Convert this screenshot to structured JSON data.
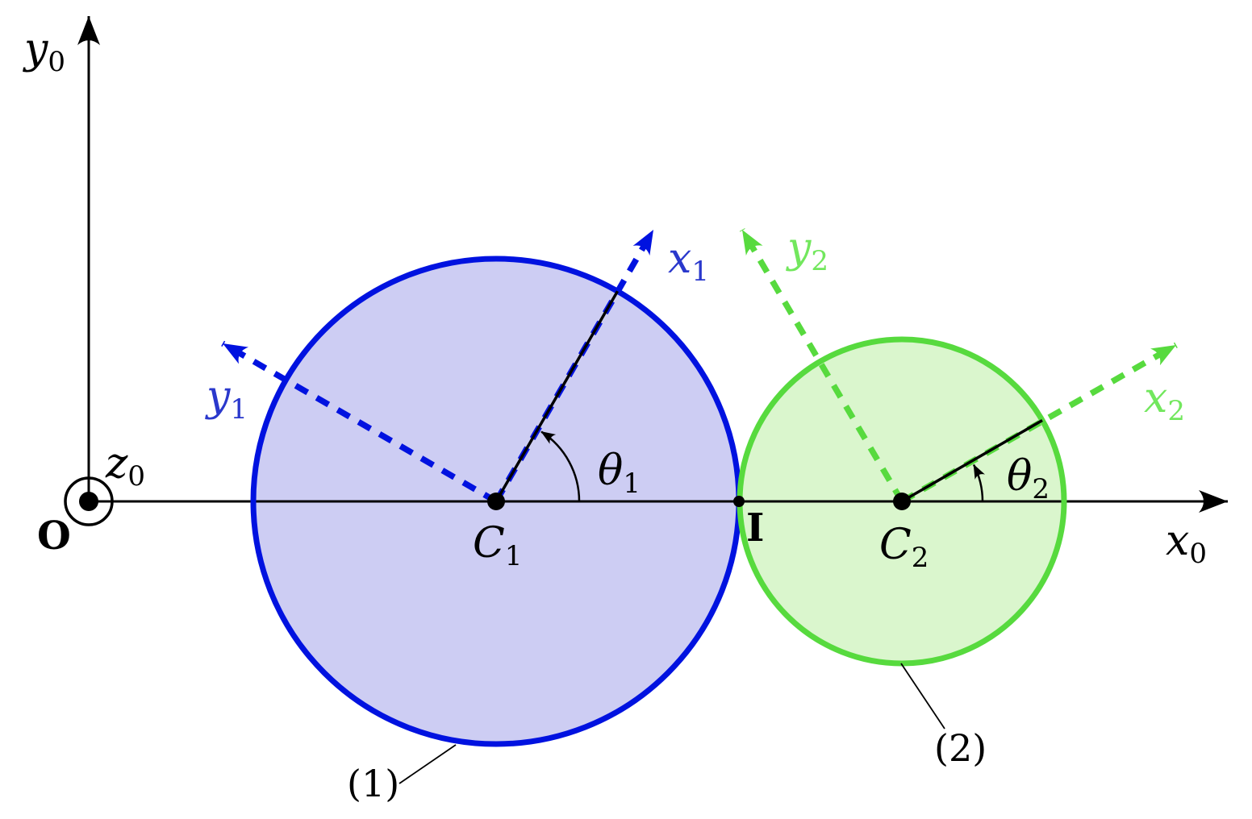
{
  "figure": {
    "world_frame": {
      "origin": "O",
      "x_axis": {
        "main": "x",
        "sub": "0"
      },
      "y_axis": {
        "main": "y",
        "sub": "0"
      },
      "z_axis": {
        "main": "z",
        "sub": "0"
      }
    },
    "wheel1": {
      "tag": "(1)",
      "center": {
        "main": "C",
        "sub": "1"
      },
      "angle": {
        "main": "θ",
        "sub": "1"
      },
      "x_axis": {
        "main": "x",
        "sub": "1"
      },
      "y_axis": {
        "main": "y",
        "sub": "1"
      }
    },
    "wheel2": {
      "tag": "(2)",
      "center": {
        "main": "C",
        "sub": "2"
      },
      "angle": {
        "main": "θ",
        "sub": "2"
      },
      "x_axis": {
        "main": "x",
        "sub": "2"
      },
      "y_axis": {
        "main": "y",
        "sub": "2"
      }
    },
    "contact_point": "I"
  },
  "colors": {
    "wheel1-stroke": "#0012e0",
    "wheel1-fill": "#cdcdf3",
    "wheel1-label": "#2a38cc",
    "wheel2-stroke": "#57da3e",
    "wheel2-fill": "#daf6cd",
    "wheel2-label": "#72e75d",
    "axis-black": "#000000"
  }
}
